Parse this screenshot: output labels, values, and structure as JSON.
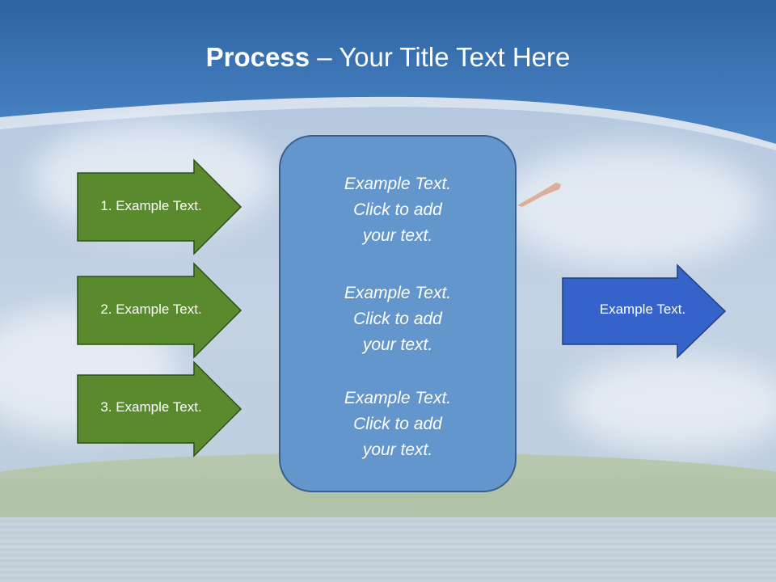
{
  "slide": {
    "title_bold": "Process",
    "title_dash": "–",
    "title_rest": "Your Title Text Here"
  },
  "inputs": [
    {
      "label": "1. Example Text."
    },
    {
      "label": "2. Example Text."
    },
    {
      "label": "3. Example Text."
    }
  ],
  "center_box": {
    "blocks": [
      {
        "line1": "Example Text.",
        "line2": "Click  to add",
        "line3": "your text."
      },
      {
        "line1": "Example Text.",
        "line2": "Click  to add",
        "line3": "your text."
      },
      {
        "line1": "Example Text.",
        "line2": "Click  to add",
        "line3": "your text."
      }
    ]
  },
  "output": {
    "label": "Example Text."
  },
  "colors": {
    "header_blue": "#3f78b8",
    "input_arrow_green": "#5a8a2e",
    "center_box_blue": "#6396cc",
    "output_arrow_blue": "#3563c9"
  }
}
